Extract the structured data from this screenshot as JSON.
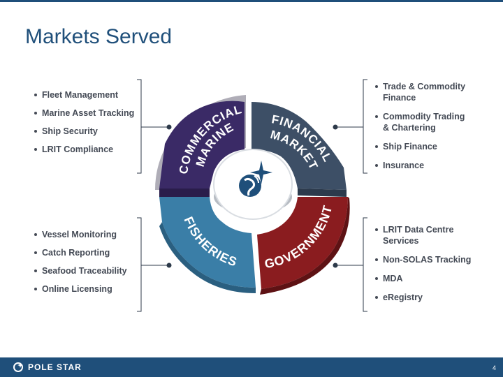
{
  "slide": {
    "title": "Markets Served",
    "page_number": "4"
  },
  "footer": {
    "logo_text": "POLE STAR"
  },
  "segments": {
    "commercial_marine": [
      "COMMERCIAL",
      "MARINE"
    ],
    "financial_markets": [
      "FINANCIAL",
      "MARKETS"
    ],
    "fisheries": [
      "FISHERIES"
    ],
    "governments": [
      "GOVERNMENTS"
    ]
  },
  "bullets": {
    "commercial_marine": [
      "Fleet Management",
      "Marine Asset Tracking",
      "Ship Security",
      "LRIT Compliance"
    ],
    "financial_markets": [
      [
        "Trade & Commodity",
        "Finance"
      ],
      [
        "Commodity Trading",
        "& Chartering"
      ],
      [
        "Ship Finance"
      ],
      [
        "Insurance"
      ]
    ],
    "fisheries": [
      "Vessel Monitoring",
      "Catch Reporting",
      "Seafood Traceability",
      "Online Licensing"
    ],
    "governments": [
      [
        "LRIT Data Centre",
        "Services"
      ],
      [
        "Non-SOLAS Tracking"
      ],
      [
        "MDA"
      ],
      [
        "eRegistry"
      ]
    ]
  },
  "colors": {
    "brand_blue": "#1f4f7a",
    "commercial_marine": "#3a2a66",
    "financial_markets": "#3d4f66",
    "fisheries": "#3a7ea7",
    "governments": "#8a1c1f",
    "connector": "#2d3a4a"
  }
}
